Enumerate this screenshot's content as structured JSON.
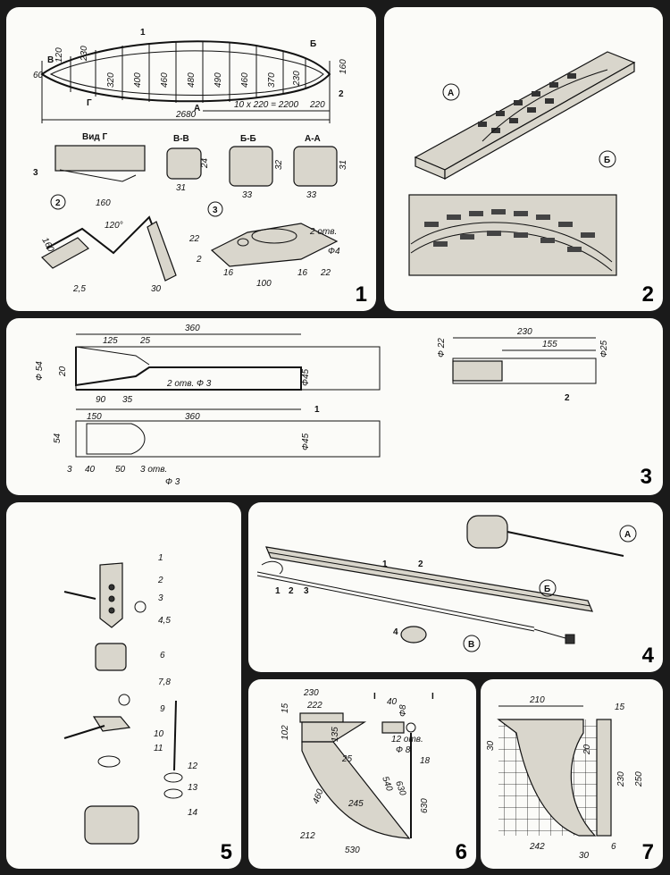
{
  "panels": {
    "p1": {
      "number": "1",
      "callouts": [
        "1",
        "2",
        "3"
      ],
      "letters": {
        "v": "В",
        "b": "Б",
        "g": "Г",
        "a": "А"
      },
      "dims_top": [
        "60",
        "120",
        "230",
        "320",
        "400",
        "460",
        "480",
        "490",
        "460",
        "370",
        "230",
        "160",
        "220"
      ],
      "dim_total": "2680",
      "dim_span": "10 x 220 = 2200",
      "view_label": "Вид Г",
      "sections": [
        {
          "title": "В-В",
          "w": "31",
          "h": "24"
        },
        {
          "title": "Б-Б",
          "w": "33",
          "h": "32"
        },
        {
          "title": "А-А",
          "w": "33",
          "h": "31"
        }
      ],
      "circle2": "2",
      "circle3": "3",
      "d2": [
        "160",
        "120°",
        "160",
        "2,5",
        "30"
      ],
      "d3": [
        "22",
        "2",
        "16",
        "100",
        "16",
        "22",
        "2 отв.",
        "Ф4"
      ]
    },
    "p2": {
      "number": "2",
      "label_a": "А",
      "label_b": "Б"
    },
    "p3": {
      "number": "3",
      "top": {
        "d1": "360",
        "d2": "125",
        "d3": "25",
        "phi54": "Ф 54",
        "d20": "20",
        "holes": "2 отв. Ф 3",
        "phi45": "Ф45",
        "d90": "90",
        "d35": "35"
      },
      "bottom": {
        "d150": "150",
        "d360": "360",
        "d54": "54",
        "phi45": "Ф45",
        "d3": "3",
        "d40": "40",
        "d50": "50",
        "holes": "3 отв.",
        "phi3": "Ф 3"
      },
      "part2": {
        "d230": "230",
        "d155": "155",
        "phi22": "Ф 22",
        "phi25": "Ф25",
        "label": "2"
      },
      "label1": "1"
    },
    "p4": {
      "number": "4",
      "labels": [
        "1",
        "2",
        "1",
        "2",
        "3",
        "4"
      ],
      "circ_a": "А",
      "circ_b": "Б",
      "circ_v": "В"
    },
    "p5": {
      "number": "5",
      "parts": [
        "1",
        "2",
        "3",
        "4,5",
        "6",
        "7,8",
        "9",
        "10",
        "11",
        "12",
        "13",
        "14"
      ]
    },
    "p6": {
      "number": "6",
      "dims": [
        "230",
        "222",
        "15",
        "102",
        "135",
        "25",
        "460",
        "245",
        "540",
        "630",
        "212",
        "530",
        "40",
        "Ф8",
        "12 отв.",
        "Ф 8",
        "18",
        "630"
      ],
      "roman": "I"
    },
    "p7": {
      "number": "7",
      "dims": [
        "210",
        "15",
        "30",
        "20",
        "230",
        "250",
        "242",
        "30",
        "6"
      ]
    }
  }
}
